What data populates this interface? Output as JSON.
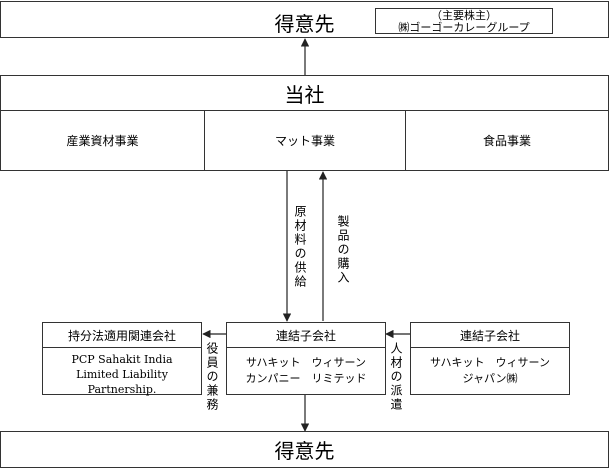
{
  "top_customer": {
    "label": "得意先"
  },
  "shareholder": {
    "label": "（主要株主）",
    "name": "㈱ゴーゴーカレーグループ"
  },
  "company": {
    "label": "当社",
    "divisions": [
      "産業資材事業",
      "マット事業",
      "食品事業"
    ]
  },
  "flows": {
    "supply": "原材料の供給",
    "purchase": "製品の購入",
    "officer": "役員の兼務",
    "personnel": "人材の派遣"
  },
  "equity_affiliate": {
    "header": "持分法適用関連会社",
    "name_lines": [
      "PCP Sahakit India",
      "Limited Liability",
      "Partnership."
    ]
  },
  "subsidiary_center": {
    "header": "連結子会社",
    "name_lines": [
      "サハキット　ウィサーン",
      "カンパニー　リミテッド"
    ]
  },
  "subsidiary_right": {
    "header": "連結子会社",
    "name_lines": [
      "サハキット　ウィサーン",
      "ジャパン㈱"
    ]
  },
  "bottom_customer": {
    "label": "得意先"
  }
}
